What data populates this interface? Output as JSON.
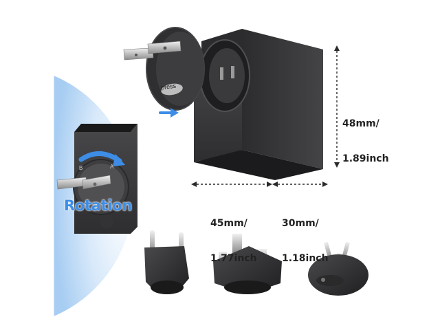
{
  "labels": {
    "rotation": "Rotation",
    "press": "press",
    "height_mm": "48mm/",
    "height_in": "1.89inch",
    "width_mm": "45mm/",
    "width_in": "1.77inch",
    "depth_mm": "30mm/",
    "depth_in": "1.18inch",
    "rotate_mark_left": "B",
    "rotate_mark_right": "A"
  },
  "colors": {
    "accent_blue": "#3d8de6",
    "circle_blue": "#cfe3f7",
    "charger_body": "#3a3a3c",
    "plug_metal": "#c9c9c9",
    "dimension_line": "#2a2a2a"
  },
  "icons": [
    "arrow-right-icon",
    "rotation-arrow-icon"
  ],
  "adapters": [
    "EU plug adapter",
    "UK plug adapter",
    "AU plug adapter"
  ]
}
